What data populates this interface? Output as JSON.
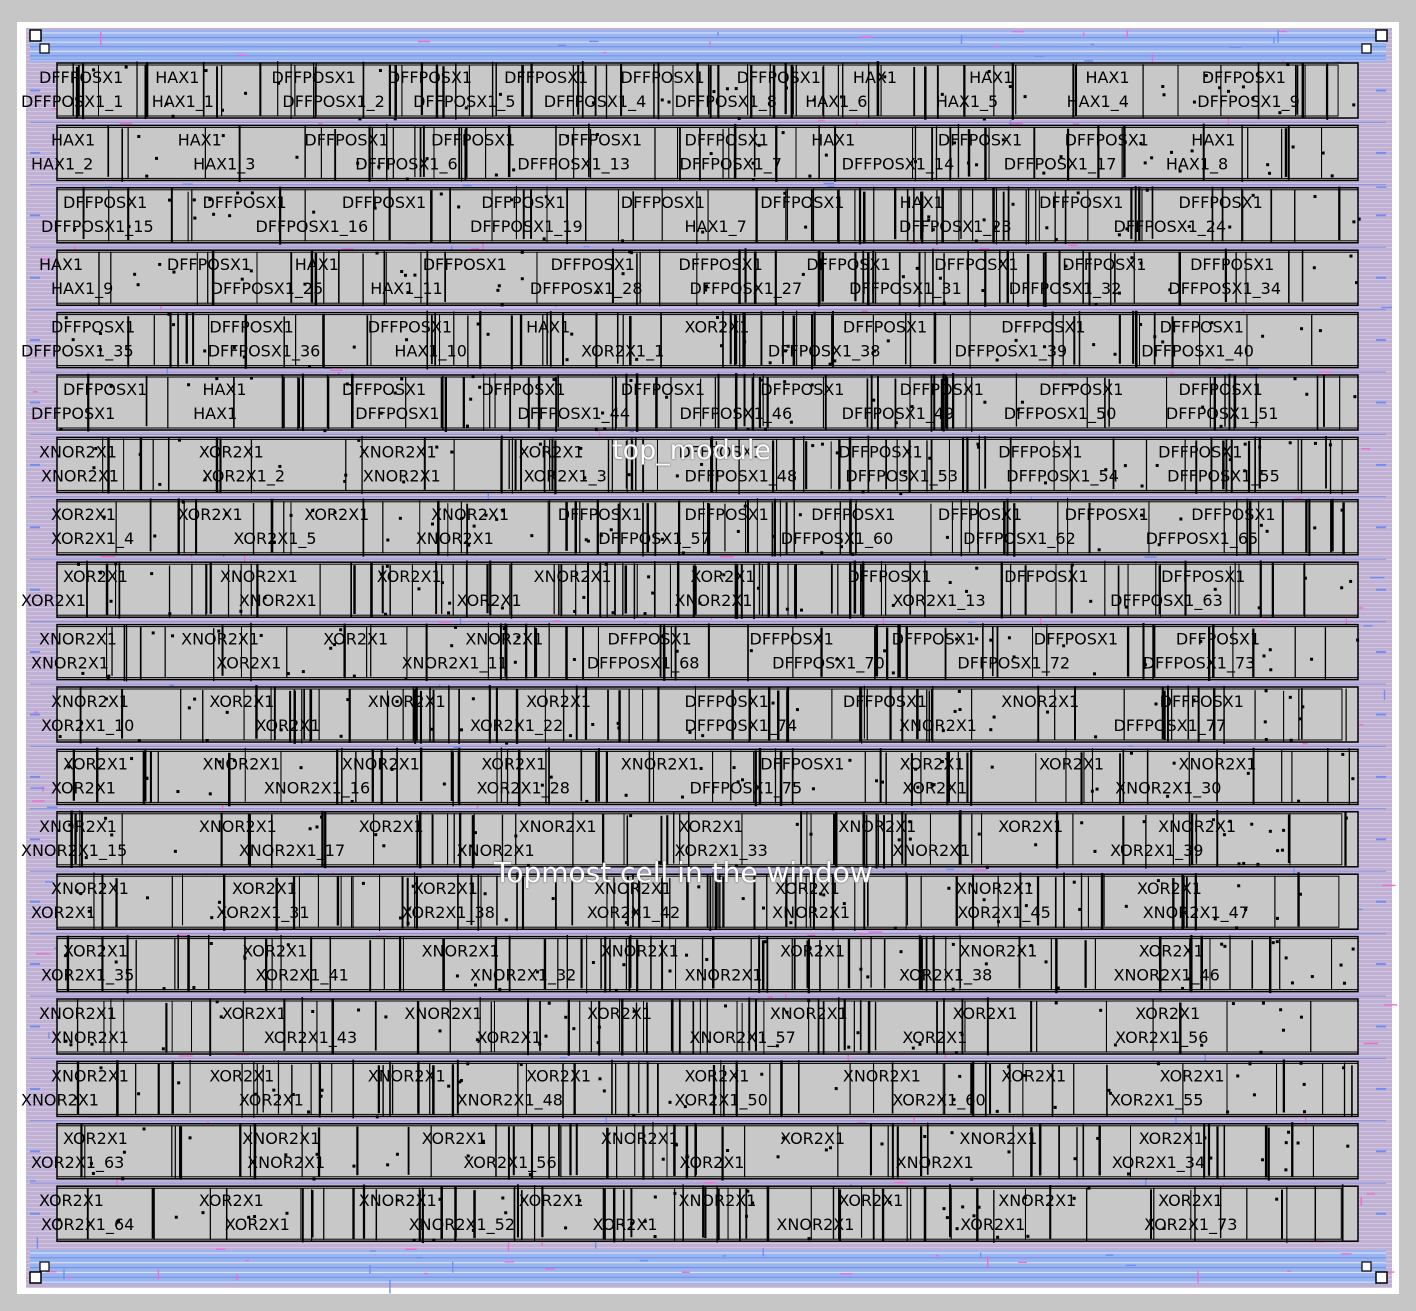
{
  "design": {
    "module_name": "top_module",
    "status_label": "Topmost cell in the window"
  },
  "colors": {
    "frame": "#c6c6c6",
    "die_edge": "#ffffff",
    "core_fill": "#c0b0d4",
    "cell_fill": "#c8c8c8",
    "cell_outline": "#000000",
    "metal_wire": "#000000",
    "routing_blue": "#6e8ff0",
    "routing_pink": "#f06cd0",
    "power_rail": "#9ab4f0"
  },
  "rows": [
    {
      "top": [
        "DFFPOSX1",
        "HAX1",
        "DFFPOSX1",
        "DFFPOSX1",
        "DFFPOSX1",
        "DFFPOSX1",
        "DFFPOSX1",
        "HAX1",
        "HAX1",
        "HAX1",
        "DFFPOSX1"
      ],
      "bottom": [
        "DFFPOSX1_1",
        "HAX1_1",
        "DFFPOSX1_2",
        "DFFPOSX1_5",
        "DFFPOSX1_4",
        "DFFPOSX1_8",
        "HAX1_6",
        "HAX1_5",
        "HAX1_4",
        "DFFPOSX1_9"
      ]
    },
    {
      "top": [
        "HAX1",
        "HAX1",
        "DFFPOSX1",
        "DFFPOSX1",
        "DFFPOSX1",
        "DFFPOSX1",
        "HAX1",
        "DFFPOSX1",
        "DFFPOSX1",
        "HAX1"
      ],
      "bottom": [
        "HAX1_2",
        "HAX1_3",
        "DFFPOSX1_6",
        "DFFPOSX1_13",
        "DFFPOSX1_7",
        "DFFPOSX1_14",
        "DFFPOSX1_17",
        "HAX1_8"
      ]
    },
    {
      "top": [
        "DFFPOSX1",
        "DFFPOSX1",
        "DFFPOSX1",
        "DFFPOSX1",
        "DFFPOSX1",
        "DFFPOSX1",
        "HAX1",
        "DFFPOSX1",
        "DFFPOSX1"
      ],
      "bottom": [
        "DFFPOSX1_15",
        "DFFPOSX1_16",
        "DFFPOSX1_19",
        "HAX1_7",
        "DFFPOSX1_23",
        "DFFPOSX1_24"
      ]
    },
    {
      "top": [
        "HAX1",
        "DFFPOSX1",
        "HAX1",
        "DFFPOSX1",
        "DFFPOSX1",
        "DFFPOSX1",
        "DFFPOSX1",
        "DFFPOSX1",
        "DFFPOSX1",
        "DFFPOSX1"
      ],
      "bottom": [
        "HAX1_9",
        "DFFPOSX1_25",
        "HAX1_11",
        "DFFPOSX1_28",
        "DFFPOSX1_27",
        "DFFPOSX1_31",
        "DFFPOSX1_32",
        "DFFPOSX1_34"
      ]
    },
    {
      "top": [
        "DFFPOSX1",
        "DFFPOSX1",
        "DFFPOSX1",
        "HAX1",
        "XOR2X1",
        "DFFPOSX1",
        "DFFPOSX1",
        "DFFPOSX1"
      ],
      "bottom": [
        "DFFPOSX1_35",
        "DFFPOSX1_36",
        "HAX1_10",
        "XOR2X1_1",
        "DFFPOSX1_38",
        "DFFPOSX1_39",
        "DFFPOSX1_40"
      ]
    },
    {
      "top": [
        "DFFPOSX1",
        "HAX1",
        "DFFPOSX1",
        "DFFPOSX1",
        "DFFPOSX1",
        "DFFPOSX1",
        "DFFPOSX1",
        "DFFPOSX1",
        "DFFPOSX1"
      ],
      "bottom": [
        "DFFPOSX1",
        "HAX1",
        "DFFPOSX1",
        "DFFPOSX1_44",
        "DFFPOSX1_46",
        "DFFPOSX1_49",
        "DFFPOSX1_50",
        "DFFPOSX1_51"
      ]
    },
    {
      "top": [
        "XNOR2X1",
        "XOR2X1",
        "XNOR2X1",
        "XOR2X1",
        "DFFPOSX1",
        "DFFPOSX1",
        "DFFPOSX1",
        "DFFPOSX1"
      ],
      "bottom": [
        "XNOR2X1",
        "XOR2X1_2",
        "XNOR2X1",
        "XOR2X1_3",
        "DFFPOSX1_48",
        "DFFPOSX1_53",
        "DFFPOSX1_54",
        "DFFPOSX1_55"
      ]
    },
    {
      "top": [
        "XOR2X1",
        "XOR2X1",
        "XOR2X1",
        "XNOR2X1",
        "DFFPOSX1",
        "DFFPOSX1",
        "DFFPOSX1",
        "DFFPOSX1",
        "DFFPOSX1",
        "DFFPOSX1"
      ],
      "bottom": [
        "XOR2X1_4",
        "XOR2X1_5",
        "XNOR2X1",
        "DFFPOSX1_57",
        "DFFPOSX1_60",
        "DFFPOSX1_62",
        "DFFPOSX1_65"
      ]
    },
    {
      "top": [
        "XOR2X1",
        "XNOR2X1",
        "XOR2X1",
        "XNOR2X1",
        "XOR2X1",
        "DFFPOSX1",
        "DFFPOSX1",
        "DFFPOSX1"
      ],
      "bottom": [
        "XOR2X1",
        "XNOR2X1",
        "XOR2X1",
        "XNOR2X1",
        "XOR2X1_13",
        "DFFPOSX1_63"
      ]
    },
    {
      "top": [
        "XNOR2X1",
        "XNOR2X1",
        "XOR2X1",
        "XNOR2X1",
        "DFFPOSX1",
        "DFFPOSX1",
        "DFFPOSX1",
        "DFFPOSX1",
        "DFFPOSX1"
      ],
      "bottom": [
        "XNOR2X1",
        "XOR2X1",
        "XNOR2X1_11",
        "DFFPOSX1_68",
        "DFFPOSX1_70",
        "DFFPOSX1_72",
        "DFFPOSX1_73"
      ]
    },
    {
      "top": [
        "XNOR2X1",
        "XOR2X1",
        "XNOR2X1",
        "XOR2X1",
        "DFFPOSX1",
        "DFFPOSX1",
        "XNOR2X1",
        "DFFPOSX1"
      ],
      "bottom": [
        "XOR2X1_10",
        "XOR2X1",
        "XOR2X1_22",
        "DFFPOSX1_74",
        "XNOR2X1",
        "DFFPOSX1_77"
      ]
    },
    {
      "top": [
        "XOR2X1",
        "XNOR2X1",
        "XNOR2X1",
        "XOR2X1",
        "XNOR2X1",
        "DFFPOSX1",
        "XOR2X1",
        "XOR2X1",
        "XNOR2X1"
      ],
      "bottom": [
        "XOR2X1",
        "XNOR2X1_16",
        "XOR2X1_28",
        "DFFPOSX1_75",
        "XOR2X1",
        "XNOR2X1_30"
      ]
    },
    {
      "top": [
        "XNOR2X1",
        "XNOR2X1",
        "XOR2X1",
        "XNOR2X1",
        "XOR2X1",
        "XNOR2X1",
        "XOR2X1",
        "XNOR2X1"
      ],
      "bottom": [
        "XNOR2X1_15",
        "XNOR2X1_17",
        "XNOR2X1",
        "XOR2X1_33",
        "XNOR2X1",
        "XOR2X1_39"
      ]
    },
    {
      "top": [
        "XNOR2X1",
        "XOR2X1",
        "XOR2X1",
        "XNOR2X1",
        "XOR2X1",
        "XNOR2X1",
        "XOR2X1"
      ],
      "bottom": [
        "XOR2X1",
        "XOR2X1_31",
        "XOR2X1_38",
        "XOR2X1_42",
        "XNOR2X1",
        "XOR2X1_45",
        "XNOR2X1_47"
      ]
    },
    {
      "top": [
        "XOR2X1",
        "XOR2X1",
        "XNOR2X1",
        "XNOR2X1",
        "XOR2X1",
        "XNOR2X1",
        "XOR2X1"
      ],
      "bottom": [
        "XOR2X1_35",
        "XOR2X1_41",
        "XNOR2X1_32",
        "XNOR2X1",
        "XOR2X1_38",
        "XNOR2X1_46"
      ]
    },
    {
      "top": [
        "XNOR2X1",
        "XOR2X1",
        "XNOR2X1",
        "XOR2X1",
        "XNOR2X1",
        "XOR2X1",
        "XOR2X1"
      ],
      "bottom": [
        "XNOR2X1",
        "XOR2X1_43",
        "XOR2X1",
        "XNOR2X1_57",
        "XOR2X1",
        "XOR2X1_56"
      ]
    },
    {
      "top": [
        "XNOR2X1",
        "XOR2X1",
        "XNOR2X1",
        "XOR2X1",
        "XOR2X1",
        "XNOR2X1",
        "XOR2X1",
        "XOR2X1"
      ],
      "bottom": [
        "XNOR2X1",
        "XOR2X1",
        "XNOR2X1_48",
        "XOR2X1_50",
        "XOR2X1_60",
        "XOR2X1_55"
      ]
    },
    {
      "top": [
        "XOR2X1",
        "XNOR2X1",
        "XOR2X1",
        "XNOR2X1",
        "XOR2X1",
        "XNOR2X1",
        "XOR2X1"
      ],
      "bottom": [
        "XOR2X1_63",
        "XNOR2X1",
        "XOR2X1_56",
        "XOR2X1",
        "XNOR2X1",
        "XOR2X1_34"
      ]
    },
    {
      "top": [
        "XOR2X1",
        "XOR2X1",
        "XNOR2X1",
        "XOR2X1",
        "XNOR2X1",
        "XOR2X1",
        "XNOR2X1",
        "XOR2X1"
      ],
      "bottom": [
        "XOR2X1_64",
        "XOR2X1",
        "XNOR2X1_52",
        "XOR2X1",
        "XNOR2X1",
        "XOR2X1",
        "XOR2X1_73"
      ]
    }
  ]
}
